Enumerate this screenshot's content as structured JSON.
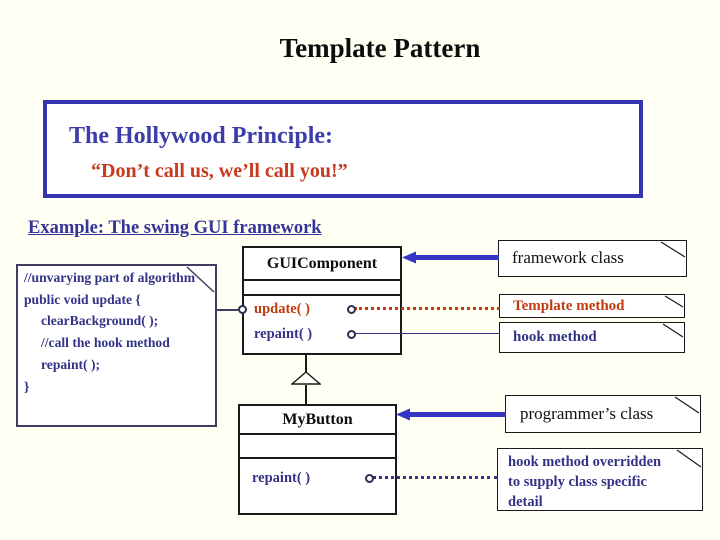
{
  "slide_title": "Template Pattern",
  "callout": {
    "heading": "The Hollywood Principle:",
    "quote": "“Don’t call us, we’ll call you!”"
  },
  "example_heading": "Example: The swing GUI framework",
  "code_note": {
    "line1": "//unvarying part of algorithm",
    "line2": "public void update {",
    "line3": "clearBackground( );",
    "line4": "//call the hook method",
    "line5": "repaint( );",
    "line6": "}"
  },
  "gui_component": {
    "title": "GUIComponent",
    "update_method": "update( )",
    "repaint_method": "repaint( )"
  },
  "my_button": {
    "title": "MyButton",
    "repaint_method": "repaint( )"
  },
  "annotations": {
    "framework_class": "framework class",
    "template_method": "Template method",
    "hook_method": "hook method",
    "programmers_class": "programmer’s class",
    "hook_overridden_line1": "hook method overridden",
    "hook_overridden_line2": "to supply class specific",
    "hook_overridden_line3": "detail"
  },
  "colors": {
    "navy_text": "#333387",
    "accent_red": "#c13a10",
    "heading_blue": "#3c3caa",
    "quote_red": "#c73a1e",
    "arrow_blue": "#3536c6",
    "callout_border": "#3434b2",
    "background": "#fffff4"
  }
}
